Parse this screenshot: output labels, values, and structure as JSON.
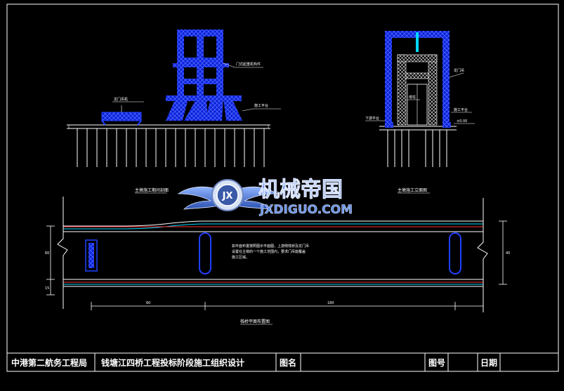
{
  "drawing": {
    "left_view": {
      "section_title": "主墩施工期间剖面",
      "annotation_crane": "龙门吊机",
      "annotation_gantry": "门式起重机构件",
      "annotation_platform": "施工平台"
    },
    "right_view": {
      "section_title": "主墩施工立面图",
      "annotation_top": "龙门吊",
      "annotation_side": "施工平台",
      "annotation_left": "下游平台",
      "annotation_tower": "塔柱",
      "annotation_level": "±0.00"
    },
    "plan": {
      "caption": "栈桥平面布置图",
      "note_lines": [
        "如平面布置按照图示平面图，上游侧栈桥及龙门吊",
        "设置在主墩的一个施工范围内，要求门吊能覆盖",
        "施工区域。"
      ],
      "dim_left": "60",
      "dim_right": "180",
      "dim_vertical": "40",
      "dim_left_a": "60",
      "dim_left_b": "15"
    },
    "watermark": {
      "cn_text": "机械帝国",
      "en_text": "JXDIGUO.COM",
      "emblem_text": "JX"
    }
  },
  "title_block": {
    "company": "中港第二航务工程局",
    "project": "钱塘江四桥工程投标阶段施工组织设计",
    "label_drawing_name": "图名",
    "label_drawing_no": "图号",
    "label_date": "日期"
  },
  "colors": {
    "background": "#000000",
    "structure_blue": "#1f3cff",
    "line_white": "#ffffff",
    "line_red": "#ff3030",
    "line_cyan": "#00d8ff",
    "logo_blue": "#3a6fd0"
  }
}
